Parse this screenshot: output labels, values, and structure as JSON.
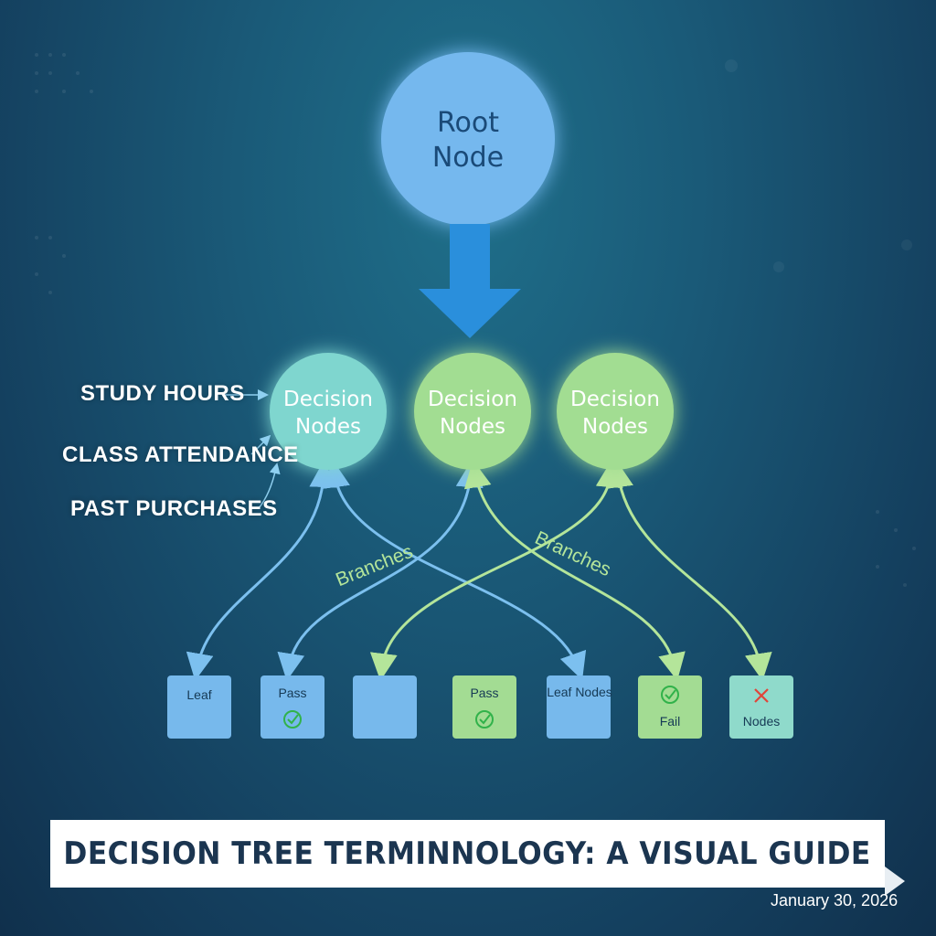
{
  "root_node": {
    "label_line1": "Root",
    "label_line2": "Node"
  },
  "decision_nodes": [
    {
      "label_line1": "Decision",
      "label_line2": "Nodes",
      "color": "#7fd6cf"
    },
    {
      "label_line1": "Decision",
      "label_line2": "Nodes",
      "color": "#a2dd92"
    },
    {
      "label_line1": "Decision",
      "label_line2": "Nodes",
      "color": "#a2dd92"
    }
  ],
  "features": [
    "STUDY HOURS",
    "CLASS ATTENDANCE",
    "PAST PURCHASES"
  ],
  "branch_labels": [
    "Branches",
    "Branches"
  ],
  "leaves": [
    {
      "text": "Leaf",
      "icon": "",
      "color": "#77b9ec"
    },
    {
      "text": "Pass",
      "icon": "check-icon",
      "color": "#77b9ec"
    },
    {
      "text": "",
      "icon": "",
      "color": "#77b9ec"
    },
    {
      "text": "Pass",
      "icon": "check-icon",
      "color": "#a3dc93"
    },
    {
      "text": "Leaf Nodes",
      "icon": "",
      "color": "#77b9ec"
    },
    {
      "text": "Fail",
      "icon": "check-icon",
      "color": "#a3dc93"
    },
    {
      "text": "Nodes",
      "icon": "cross-icon",
      "color": "#8fdacb"
    }
  ],
  "title": "DECISION TREE TERMINNOLOGY: A VISUAL GUIDE",
  "date": "January 30, 2026",
  "colors": {
    "root": "#74b8ee",
    "arrow": "#2a8fdc",
    "blue_branch": "#7cc0ef",
    "green_branch": "#b4e59a"
  }
}
